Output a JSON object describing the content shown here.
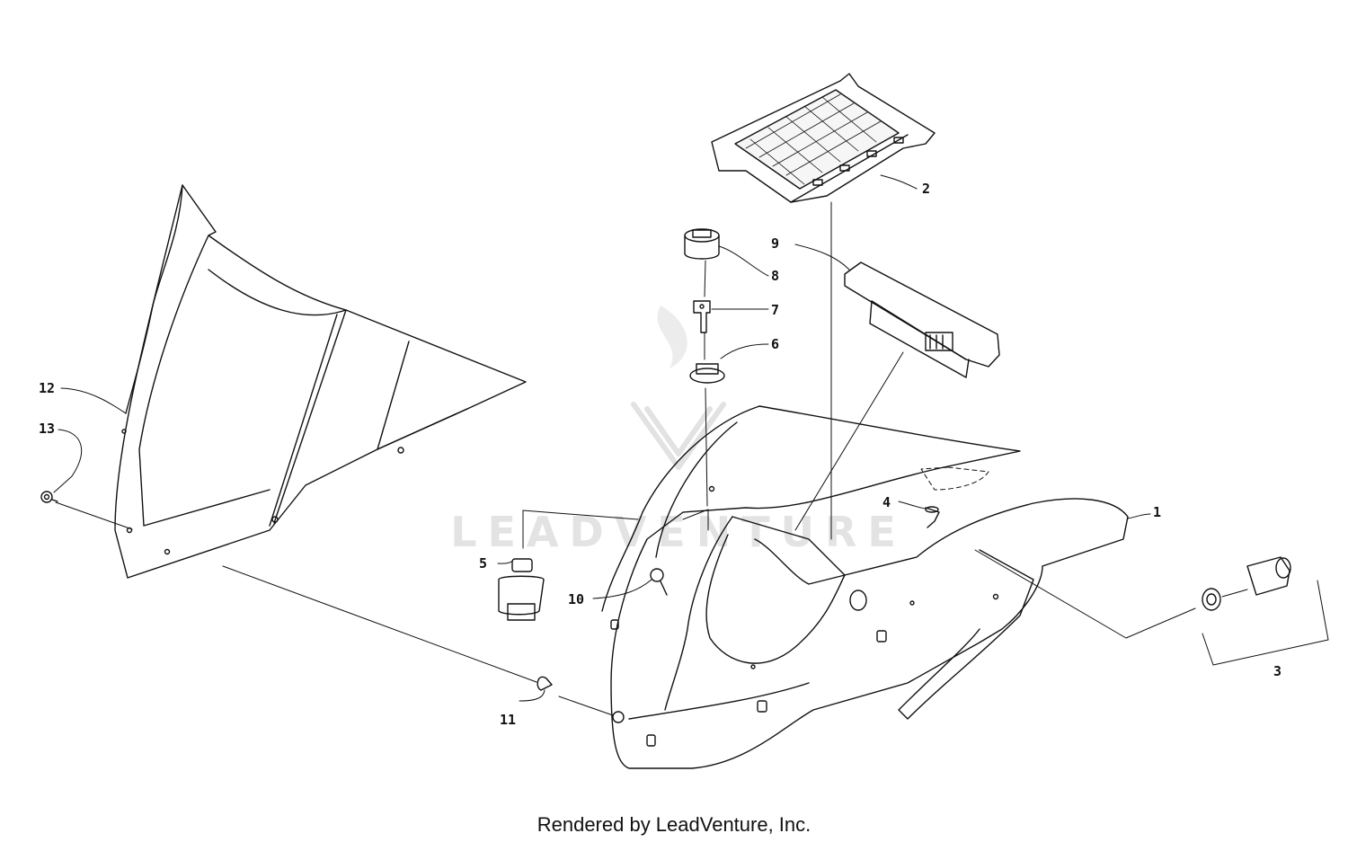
{
  "callouts": [
    {
      "id": "1",
      "text": "1"
    },
    {
      "id": "2",
      "text": "2"
    },
    {
      "id": "3",
      "text": "3"
    },
    {
      "id": "4",
      "text": "4"
    },
    {
      "id": "5",
      "text": "5"
    },
    {
      "id": "6",
      "text": "6"
    },
    {
      "id": "7",
      "text": "7"
    },
    {
      "id": "8",
      "text": "8"
    },
    {
      "id": "9",
      "text": "9"
    },
    {
      "id": "10",
      "text": "10"
    },
    {
      "id": "11",
      "text": "11"
    },
    {
      "id": "12",
      "text": "12"
    },
    {
      "id": "13",
      "text": "13"
    }
  ],
  "watermark": {
    "text": "LEADVENTURE",
    "logo_icon": "flame-v-logo-icon"
  },
  "footer": {
    "text": "Rendered by LeadVenture, Inc."
  }
}
